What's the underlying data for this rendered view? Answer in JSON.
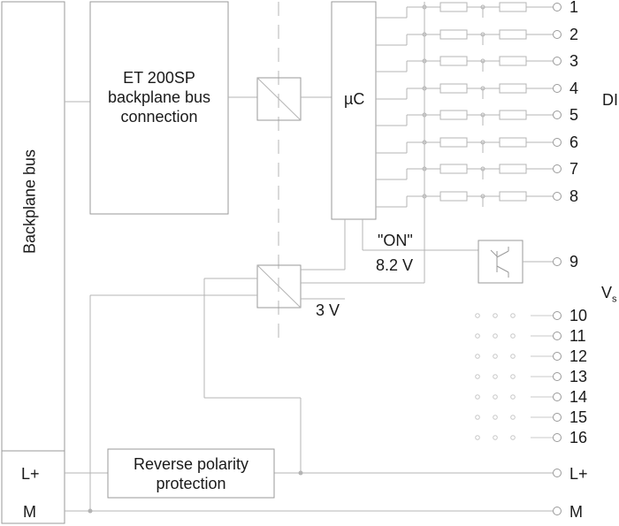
{
  "blocks": {
    "backplane_bus": "Backplane bus",
    "et200sp": [
      "ET 200SP",
      "backplane bus",
      "connection"
    ],
    "uc": "µC",
    "reverse_polarity": [
      "Reverse polarity",
      "protection"
    ]
  },
  "left_terminals": {
    "lplus": "L+",
    "m": "M"
  },
  "supply_labels": {
    "on": "\"ON\"",
    "voltage": "8.2 V",
    "v3": "3 V"
  },
  "di_terminals": [
    "1",
    "2",
    "3",
    "4",
    "5",
    "6",
    "7",
    "8"
  ],
  "vs_terminal": "9",
  "unused_terminals": [
    "10",
    "11",
    "12",
    "13",
    "14",
    "15",
    "16"
  ],
  "right_terminals": {
    "lplus": "L+",
    "m": "M"
  },
  "side_labels": {
    "di": "DI",
    "vs_main": "V",
    "vs_sub": "s"
  },
  "colors": {
    "line": "#b4b4b4",
    "box": "#9a9a9a",
    "text": "#1a1a1a"
  }
}
